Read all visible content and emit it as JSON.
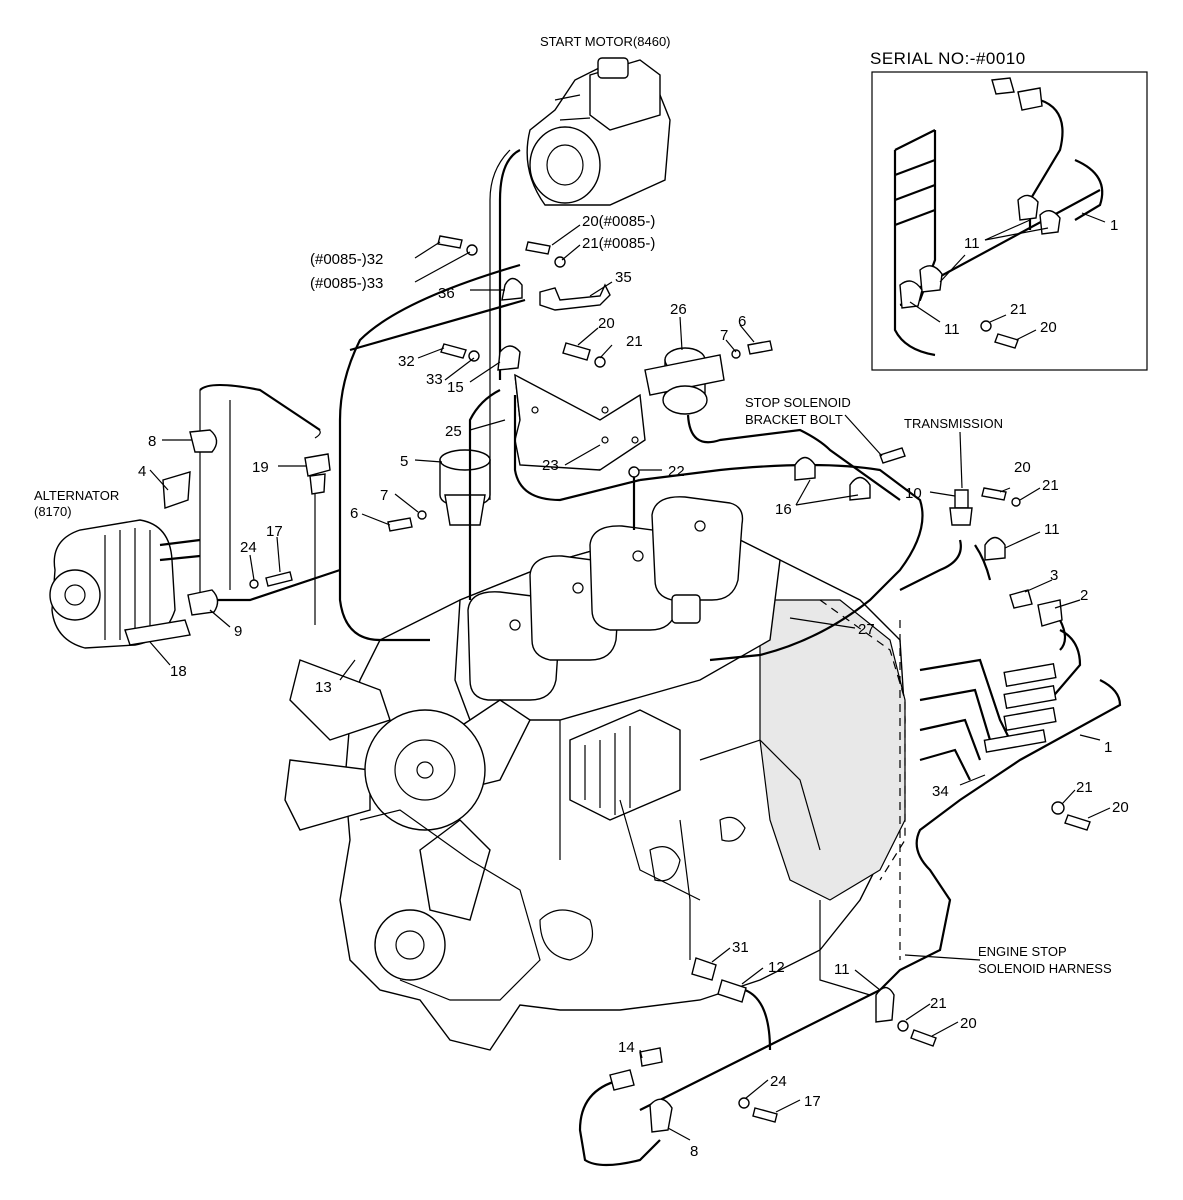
{
  "captions": {
    "start_motor": "START MOTOR(8460)",
    "alternator": "ALTERNATOR",
    "alternator_code": "(8170)",
    "stop_solenoid_bracket_bolt_1": "STOP SOLENOID",
    "stop_solenoid_bracket_bolt_2": "BRACKET BOLT",
    "transmission": "TRANSMISSION",
    "engine_stop_harness_1": "ENGINE STOP",
    "engine_stop_harness_2": "SOLENOID HARNESS"
  },
  "inset": {
    "title": "SERIAL NO:-#0010",
    "callouts": [
      "1",
      "11",
      "11",
      "21",
      "20"
    ]
  },
  "callouts": {
    "c20_0085": "20(#0085-)",
    "c21_0085": "21(#0085-)",
    "c32_0085": "(#0085-)32",
    "c33_0085": "(#0085-)33",
    "c36": "36",
    "c35": "35",
    "c20a": "20",
    "c21a": "21",
    "c26": "26",
    "c7a": "7",
    "c6a": "6",
    "c32": "32",
    "c33": "33",
    "c15": "15",
    "c25": "25",
    "c5": "5",
    "c23": "23",
    "c22": "22",
    "c7b": "7",
    "c6b": "6",
    "c8a": "8",
    "c4": "4",
    "c19": "19",
    "c24a": "24",
    "c17a": "17",
    "c9": "9",
    "c18": "18",
    "c13": "13",
    "c16": "16",
    "c10": "10",
    "c20b": "20",
    "c21b": "21",
    "c11a": "11",
    "c3": "3",
    "c2": "2",
    "c27": "27",
    "c1": "1",
    "c34": "34",
    "c21c": "21",
    "c20c": "20",
    "c31": "31",
    "c12": "12",
    "c11b": "11",
    "c21d": "21",
    "c20d": "20",
    "c14": "14",
    "c24b": "24",
    "c17b": "17",
    "c8b": "8"
  }
}
